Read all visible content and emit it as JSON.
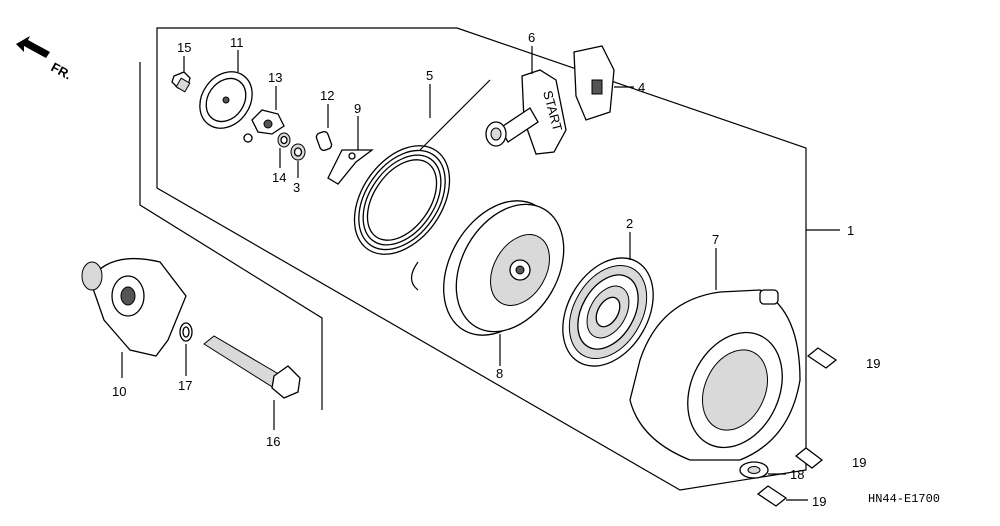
{
  "direction_label": "FR.",
  "diagram_code": "HN44-E1700",
  "callouts": {
    "p1": "1",
    "p2": "2",
    "p3": "3",
    "p4": "4",
    "p5": "5",
    "p6": "6",
    "p7": "7",
    "p8": "8",
    "p9": "9",
    "p10": "10",
    "p11": "11",
    "p12": "12",
    "p13": "13",
    "p14": "14",
    "p15": "15",
    "p16": "16",
    "p17": "17",
    "p18": "18",
    "p19a": "19",
    "p19b": "19",
    "p19c": "19"
  },
  "handle_text": "START"
}
